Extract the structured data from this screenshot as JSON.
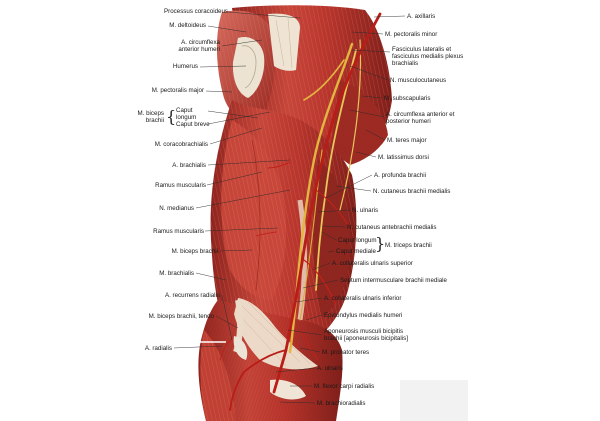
{
  "labels_left": [
    {
      "id": "processus-coracoideus",
      "text": "Processus coracoideus"
    },
    {
      "id": "m-deltoideus",
      "text": "M. deltoideus"
    },
    {
      "id": "a-circumflexa-anterior-humeri",
      "text": "A. circumflexa\nanterior humeri"
    },
    {
      "id": "humerus",
      "text": "Humerus"
    },
    {
      "id": "m-pectoralis-major",
      "text": "M. pectoralis major"
    },
    {
      "id": "m-biceps-brachii-top",
      "text": "M. biceps\nbrachii"
    },
    {
      "id": "caput-longum-biceps",
      "text": "Caput\nlongum"
    },
    {
      "id": "caput-breve",
      "text": "Caput breve"
    },
    {
      "id": "m-coracobrachialis",
      "text": "M. coracobrachialis"
    },
    {
      "id": "a-brachialis",
      "text": "A. brachialis"
    },
    {
      "id": "ramus-muscularis-1",
      "text": "Ramus muscularis"
    },
    {
      "id": "n-medianus",
      "text": "N. medianus"
    },
    {
      "id": "ramus-muscularis-2",
      "text": "Ramus muscularis"
    },
    {
      "id": "m-biceps-brachii",
      "text": "M. biceps brachii"
    },
    {
      "id": "m-brachialis",
      "text": "M. brachialis"
    },
    {
      "id": "a-recurrens-radialis",
      "text": "A. recurrens radialis"
    },
    {
      "id": "m-biceps-brachii-tendo",
      "text": "M. biceps brachii, tendo"
    },
    {
      "id": "a-radialis",
      "text": "A. radialis"
    }
  ],
  "labels_right": [
    {
      "id": "a-axillaris",
      "text": "A. axillaris"
    },
    {
      "id": "m-pectoralis-minor",
      "text": "M. pectoralis minor"
    },
    {
      "id": "fasciculus",
      "text": "Fasciculus lateralis et\nfasciculus medialis plexus\nbrachialis"
    },
    {
      "id": "n-musculocutaneus",
      "text": "N. musculocutaneus"
    },
    {
      "id": "m-subscapularis",
      "text": "M. subscapularis"
    },
    {
      "id": "a-circumflexa-ant-post",
      "text": "A. circumflexa anterior et\nposterior humeri"
    },
    {
      "id": "m-teres-major",
      "text": "M. teres major"
    },
    {
      "id": "m-latissimus-dorsi",
      "text": "M. latissimus dorsi"
    },
    {
      "id": "a-profunda-brachii",
      "text": "A. profunda brachii"
    },
    {
      "id": "n-cutaneus-brachii-medialis",
      "text": "N. cutaneus brachii medialis"
    },
    {
      "id": "n-ulnaris",
      "text": "N. ulnaris"
    },
    {
      "id": "n-cutaneus-antebrachii-medialis",
      "text": "N. cutaneus antebrachii medialis"
    },
    {
      "id": "caput-longum",
      "text": "Caput longum"
    },
    {
      "id": "caput-mediale",
      "text": "Caput mediale"
    },
    {
      "id": "m-triceps-brachii",
      "text": "M. triceps brachii"
    },
    {
      "id": "a-collateralis-ulnaris-superior",
      "text": "A. collateralis ulnaris superior"
    },
    {
      "id": "septum",
      "text": "Septum intermusculare brachii mediale"
    },
    {
      "id": "a-collateralis-ulnaris-inferior",
      "text": "A. collateralis ulnaris inferior"
    },
    {
      "id": "epicondylus",
      "text": "Epicondylus medialis humeri"
    },
    {
      "id": "aponeurosis",
      "text": "Aponeurosis musculi bicipitis\nbrachii [aponeurosis bicipitalis]"
    },
    {
      "id": "m-pronator-teres",
      "text": "M. pronator teres"
    },
    {
      "id": "a-ulnaris",
      "text": "A. ulnaris"
    },
    {
      "id": "m-flexor-carpi-radialis",
      "text": "M. flexor carpi radialis"
    },
    {
      "id": "m-brachioradialis",
      "text": "M. brachioradialis"
    }
  ],
  "colors": {
    "muscle": "#b8352c",
    "muscle_dark": "#8e241e",
    "muscle_light": "#d9675a",
    "tendon": "#e9d9c6",
    "nerve": "#e8c24a",
    "artery": "#c0221c",
    "bone": "#e7e2d6"
  }
}
